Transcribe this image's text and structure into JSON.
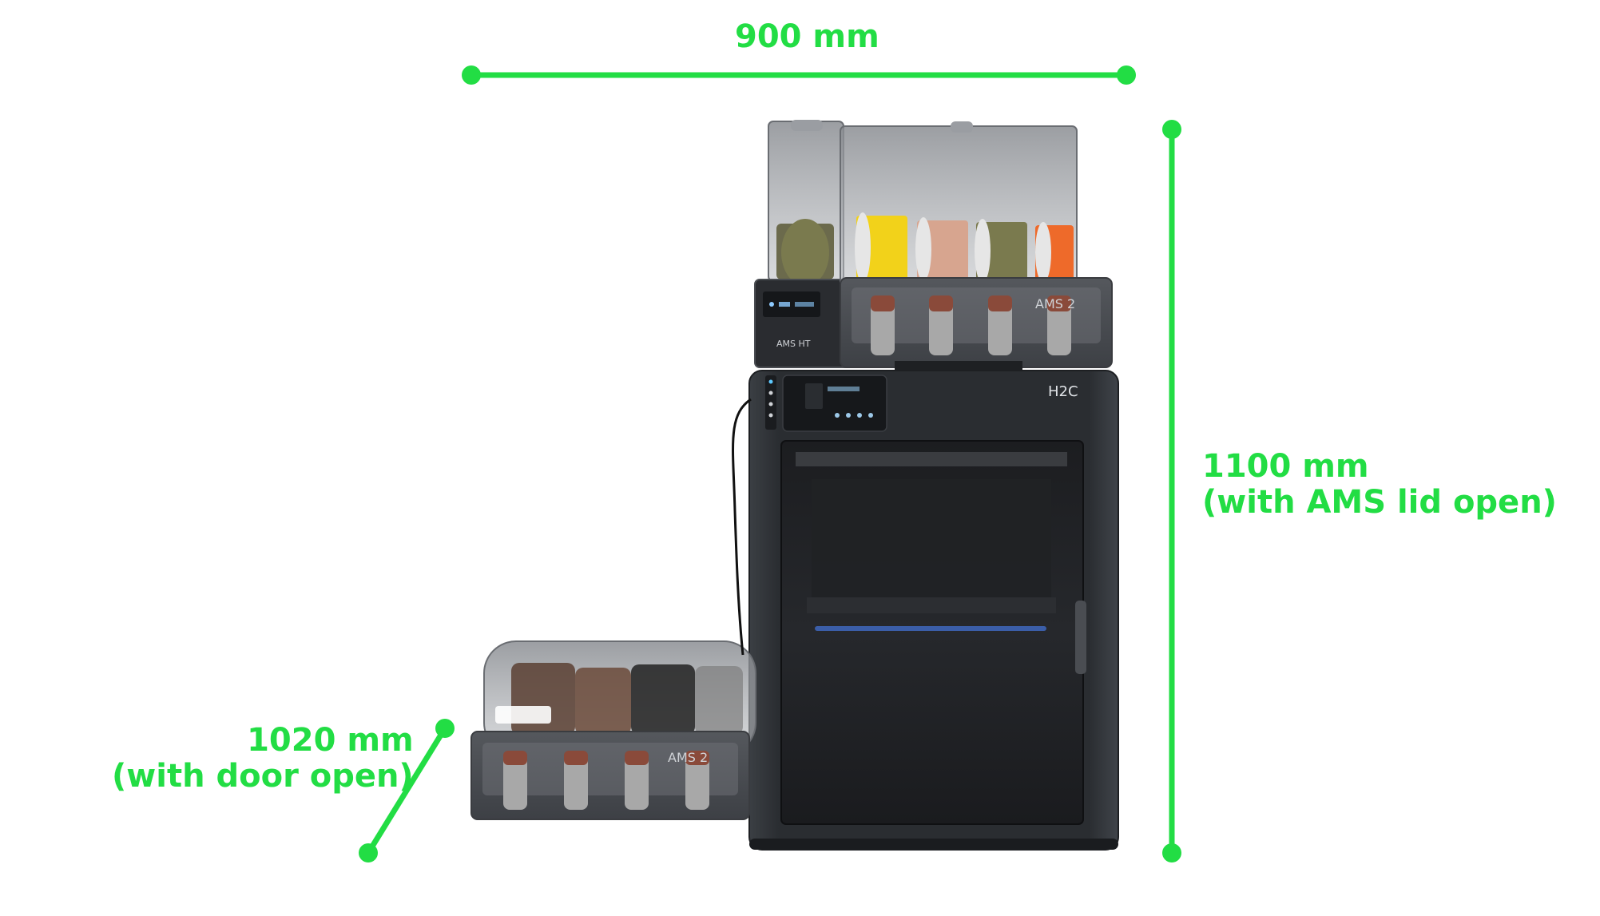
{
  "dimensions": {
    "width": {
      "value_label": "900 mm"
    },
    "height": {
      "value_label": "1100 mm",
      "note": "(with AMS lid open)"
    },
    "depth": {
      "value_label": "1020 mm",
      "note": "(with door open)"
    }
  },
  "printer": {
    "model_label": "H2C",
    "ams_top_label": "AMS 2",
    "ams_ht_label": "AMS HT",
    "ams_side_label": "AMS 2"
  },
  "colors": {
    "accent": "#22dd44",
    "body": "#2b2e32",
    "spool_yellow": "#f2d21a",
    "spool_pink": "#d7a58f",
    "spool_olive": "#7a7a4e",
    "spool_orange": "#ee6a2a",
    "spool_dark": "#3a3a3a"
  }
}
